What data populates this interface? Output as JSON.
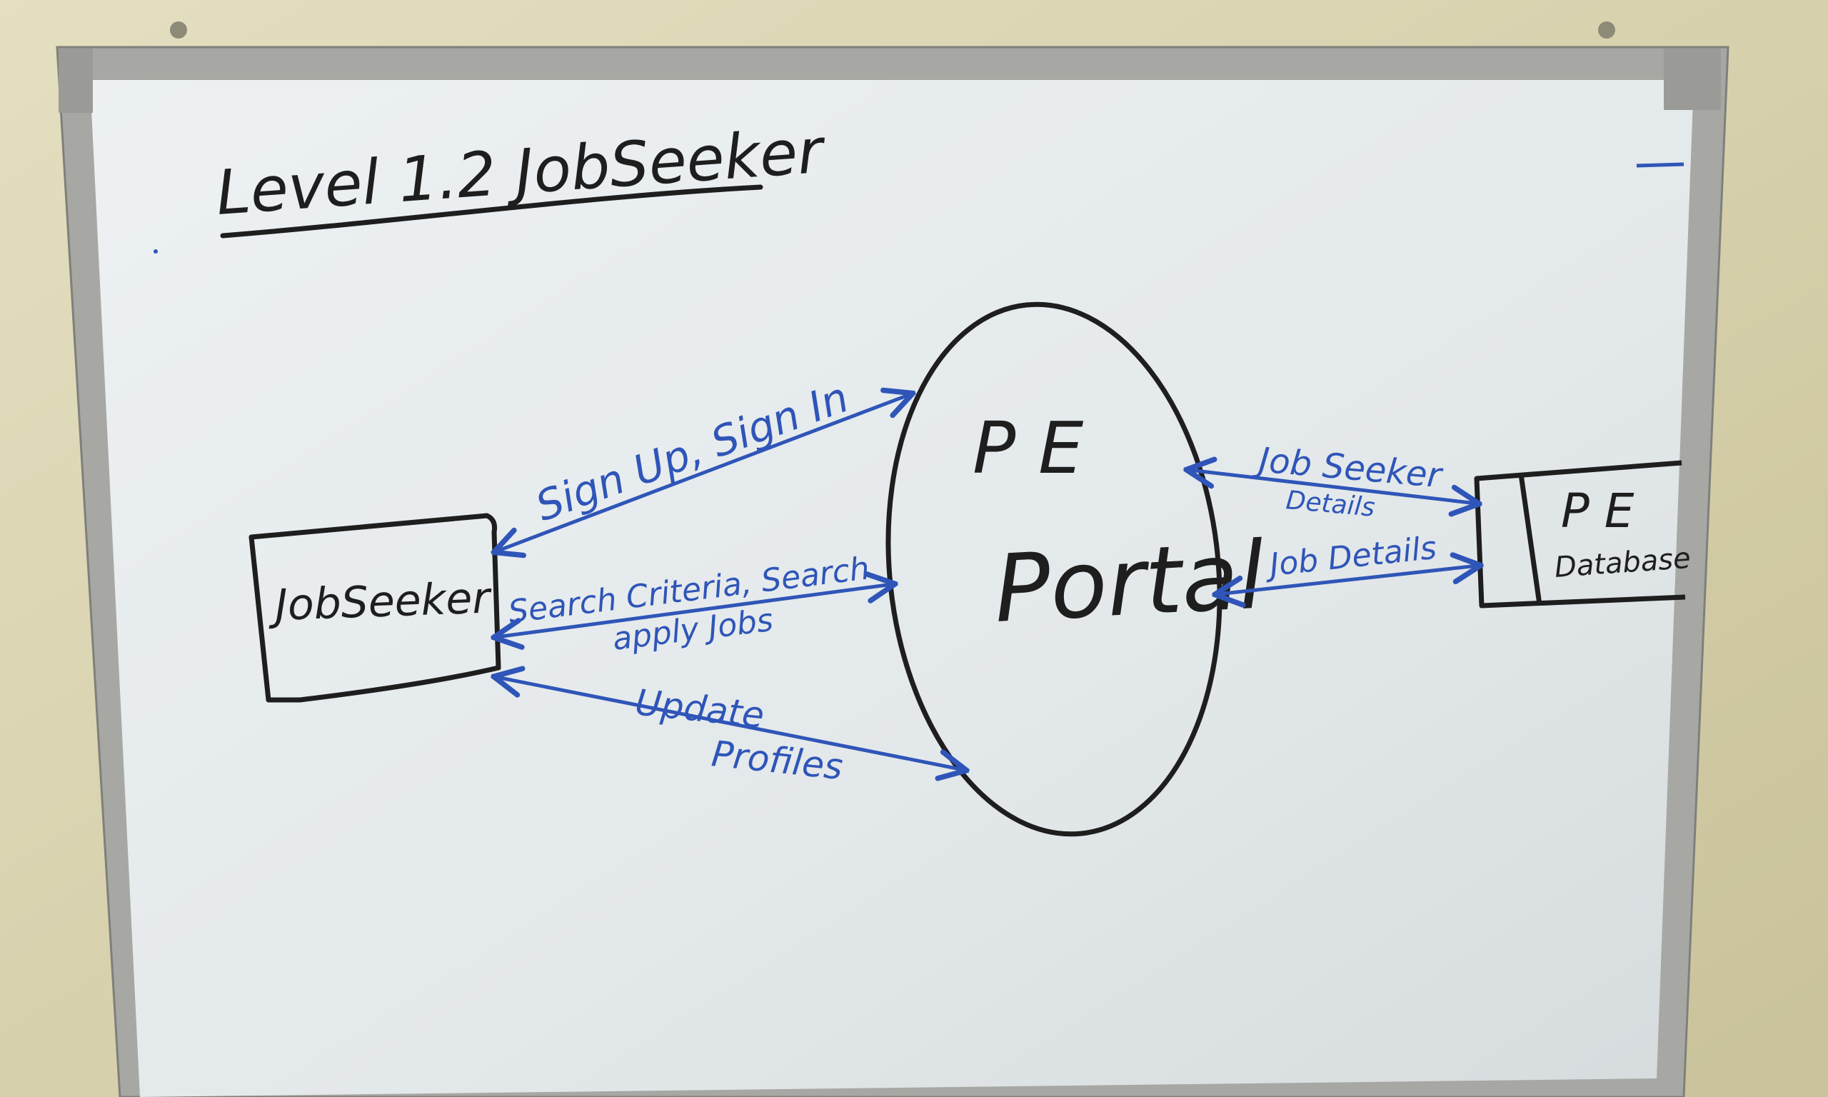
{
  "title": "Level 1.2 JobSeeker",
  "entities": {
    "jobseeker": "JobSeeker",
    "portal_line1": "P E",
    "portal_line2": "Portal",
    "database_line1": "P E",
    "database_line2": "Database"
  },
  "flows": {
    "sign": "Sign Up, Sign In",
    "search_line1": "Search Criteria, Search",
    "search_line2": "apply Jobs",
    "update_line1": "Update",
    "update_line2": "Profiles",
    "seeker_line1": "Job Seeker",
    "seeker_line2": "Details",
    "job_details": "Job Details"
  },
  "colors": {
    "marker_black": "#1e1e1e",
    "marker_blue": "#2f55b8",
    "board": "#e6ebee",
    "frame": "#a7a8a3",
    "wall": "#d6cfa8"
  }
}
